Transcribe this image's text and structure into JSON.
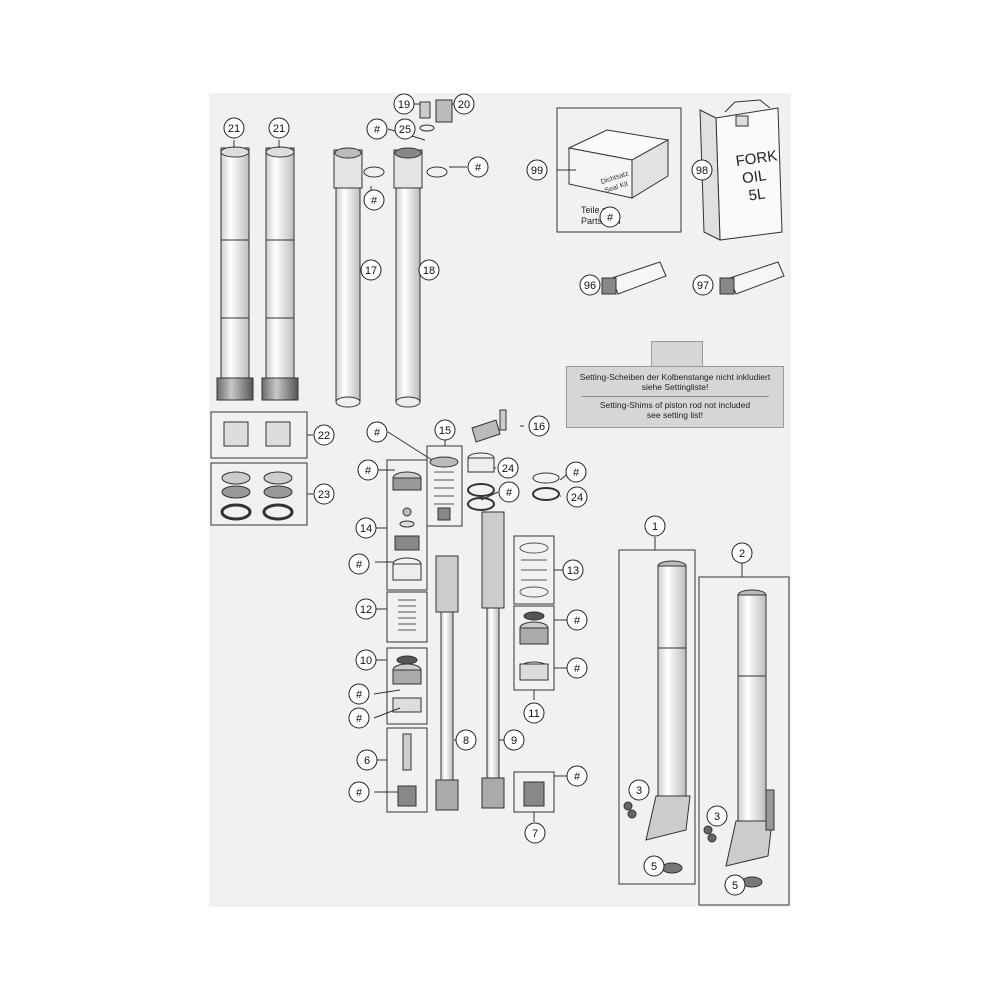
{
  "parts": {
    "21": "21",
    "22": "22",
    "23": "23",
    "17": "17",
    "18": "18",
    "19": "19",
    "20": "20",
    "25": "25",
    "99": "99",
    "98": "98",
    "96": "96",
    "97": "97",
    "8": "8",
    "9": "9",
    "15": "15",
    "16": "16",
    "24": "24",
    "14": "14",
    "13": "13",
    "12": "12",
    "10": "10",
    "11": "11",
    "6": "6",
    "7": "7",
    "1": "1",
    "2": "2",
    "3": "3",
    "5": "5",
    "hash": "#"
  },
  "seal_kit": {
    "box_label_1": "Dichtsatz",
    "box_label_2": "Seal Kit",
    "caption_de": "Teile mit",
    "caption_en": "Parts with"
  },
  "oil_can": {
    "line1": "FORK",
    "line2": "OIL",
    "line3": "5L"
  },
  "note": {
    "de_line1": "Setting-Scheiben der Kolbenstange nicht inkludiert",
    "de_line2": "siehe Settingliste!",
    "en_line1": "Setting-Shims of piston rod not included",
    "en_line2": "see setting list!"
  },
  "colors": {
    "background": "#f1f1f1",
    "line": "#333333",
    "note_fill": "#d6d6d6"
  }
}
